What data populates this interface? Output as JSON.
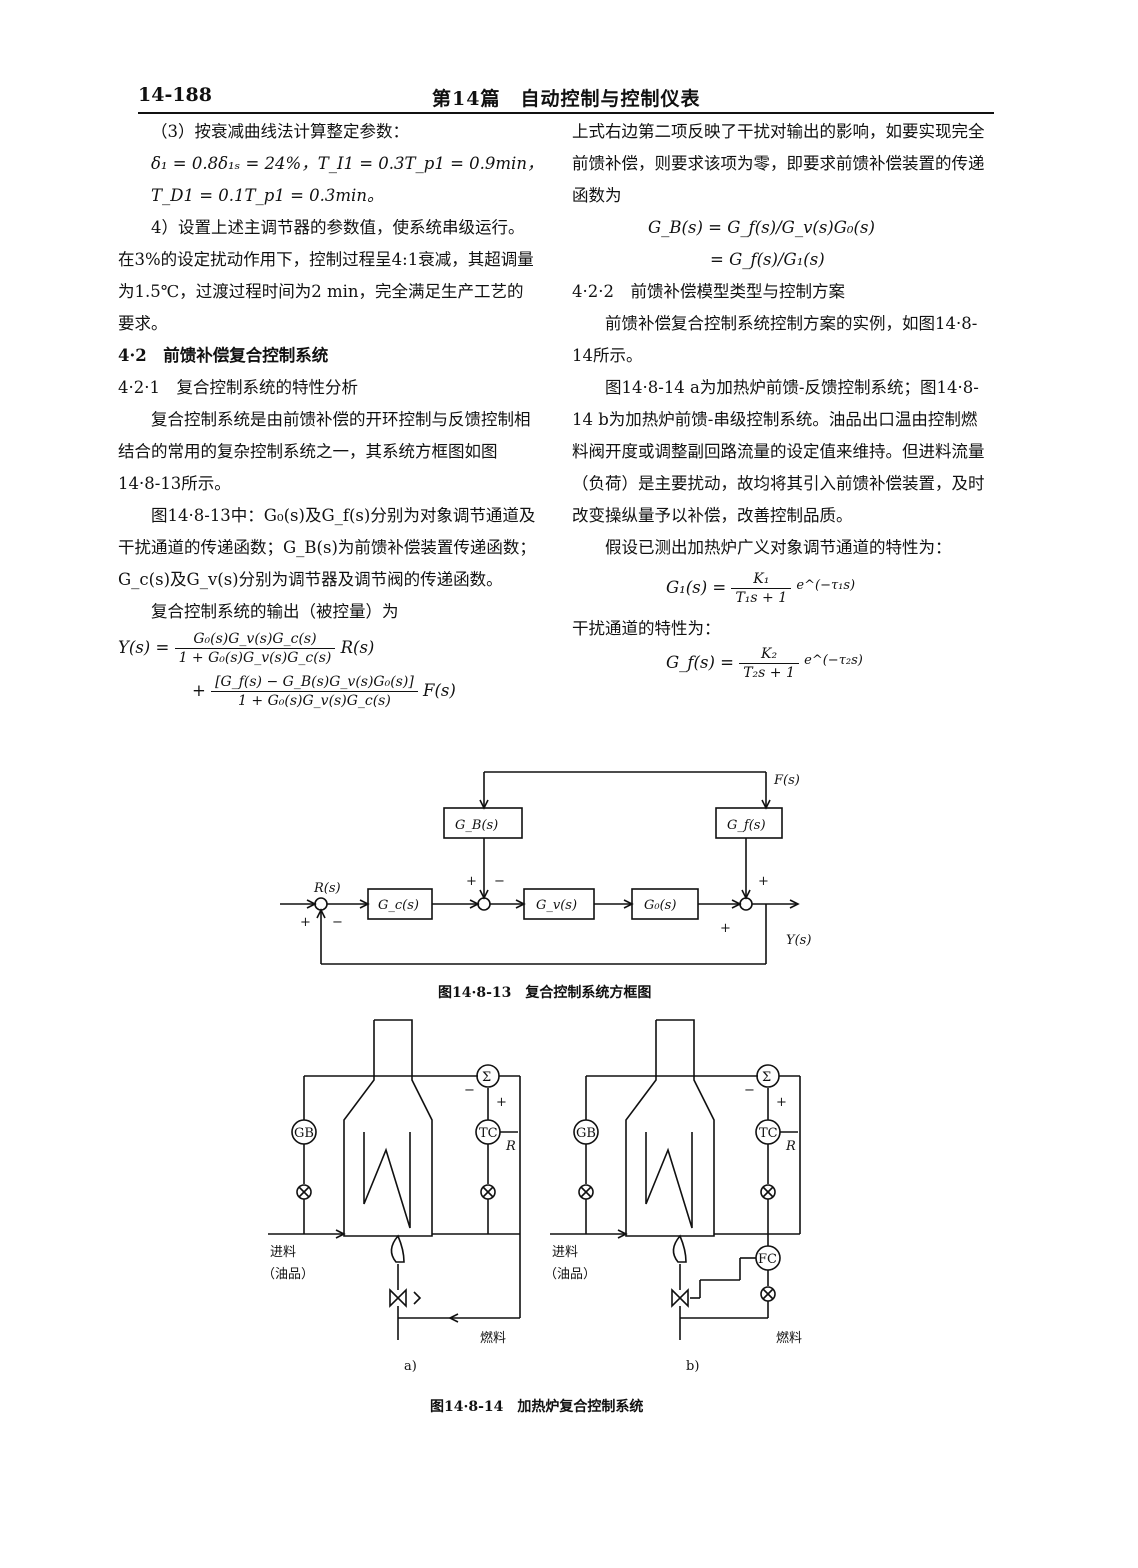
{
  "header": {
    "page_number": "14-188",
    "title": "第14篇　自动控制与控制仪表"
  },
  "left": {
    "l1": "（3）按衰减曲线法计算整定参数：",
    "l2": "δ₁ = 0.8δ₁ₛ = 24%，T_I1 = 0.3T_p1 = 0.9min，",
    "l3": "T_D1 = 0.1T_p1 = 0.3min。",
    "p4": "4）设置上述主调节器的参数值，使系统串级运行。在3%的设定扰动作用下，控制过程呈4:1衰减，其超调量为1.5℃，过渡过程时间为2 min，完全满足生产工艺的要求。",
    "sec42": "4·2　前馈补偿复合控制系统",
    "sec421": "4·2·1　复合控制系统的特性分析",
    "p5": "复合控制系统是由前馈补偿的开环控制与反馈控制相结合的常用的复杂控制系统之一，其系统方框图如图14·8-13所示。",
    "p6": "图14·8-13中：G₀(s)及G_f(s)分别为对象调节通道及干扰通道的传递函数；G_B(s)为前馈补偿装置传递函数；G_c(s)及G_v(s)分别为调节器及调节阀的传递函数。",
    "p7": "复合控制系统的输出（被控量）为",
    "eq_lhs": "Y(s) =",
    "eq_n1": "G₀(s)G_v(s)G_c(s)",
    "eq_d1": "1 + G₀(s)G_v(s)G_c(s)",
    "eq_r": "R(s)",
    "eq_plus": "+",
    "eq_n2": "[G_f(s) − G_B(s)G_v(s)G₀(s)]",
    "eq_d2": "1 + G₀(s)G_v(s)G_c(s)",
    "eq_f": "F(s)"
  },
  "right": {
    "p1": "上式右边第二项反映了干扰对输出的影响，如要实现完全前馈补偿，则要求该项为零，即要求前馈补偿装置的传递函数为",
    "e1": "G_B(s) = G_f(s)/G_v(s)G₀(s)",
    "e2": "= G_f(s)/G₁(s)",
    "sec422": "4·2·2　前馈补偿模型类型与控制方案",
    "p2": "前馈补偿复合控制系统控制方案的实例，如图14·8-14所示。",
    "p3": "图14·8-14 a为加热炉前馈-反馈控制系统；图14·8-14 b为加热炉前馈-串级控制系统。油品出口温由控制燃料阀开度或调整副回路流量的设定值来维持。但进料流量（负荷）是主要扰动，故均将其引入前馈补偿装置，及时改变操纵量予以补偿，改善控制品质。",
    "p4": "假设已测出加热炉广义对象调节通道的特性为：",
    "g1_lhs": "G₁(s) =",
    "g1_n": "K₁",
    "g1_d": "T₁s + 1",
    "g1_exp": "e^(−τ₁s)",
    "p5": "干扰通道的特性为：",
    "gf_lhs": "G_f(s) =",
    "gf_n": "K₂",
    "gf_d": "T₂s + 1",
    "gf_exp": "e^(−τ₂s)"
  },
  "fig13": {
    "F": "F(s)",
    "GB": "G_B(s)",
    "Gf": "G_f(s)",
    "R": "R(s)",
    "Gc": "G_c(s)",
    "Gv": "G_v(s)",
    "G0": "G₀(s)",
    "Y": "Y(s)",
    "plus": "+",
    "minus": "−",
    "caption": "图14·8-13　复合控制系统方框图"
  },
  "fig14": {
    "GB": "GB",
    "TC": "TC",
    "FC": "FC",
    "sigma": "Σ",
    "R": "R",
    "plus": "+",
    "minus": "−",
    "feed": "进料",
    "oil": "（油品）",
    "fuel": "燃料",
    "label_a": "a)",
    "label_b": "b)",
    "caption": "图14·8-14　加热炉复合控制系统"
  }
}
